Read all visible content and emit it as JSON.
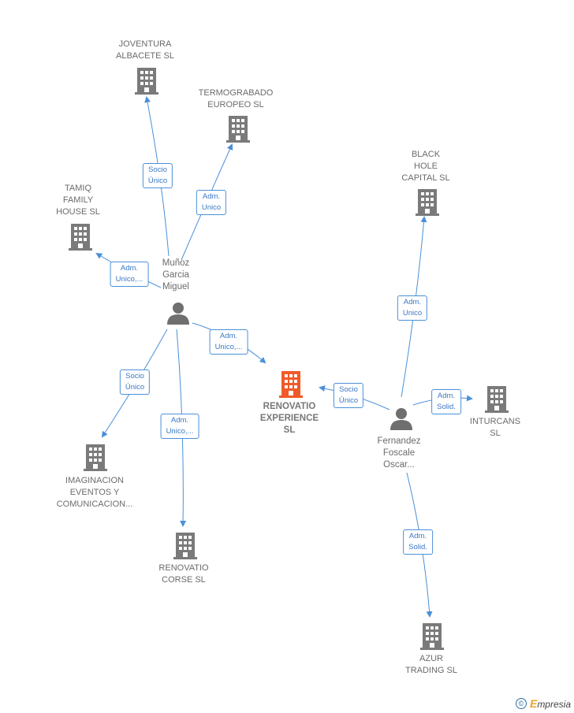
{
  "colors": {
    "edge": "#4a90d9",
    "company": "#7a7a7a",
    "main_company": "#f05a28",
    "person": "#6f6f6f"
  },
  "nodes": {
    "joventura": {
      "label": "JOVENTURA\nALBACETE SL",
      "icon": "building-icon"
    },
    "termograbado": {
      "label": "TERMOGRABADO\nEUROPEO SL",
      "icon": "building-icon"
    },
    "tamiq": {
      "label": "TAMIQ\nFAMILY\nHOUSE  SL",
      "icon": "building-icon"
    },
    "black_hole": {
      "label": "BLACK\nHOLE\nCAPITAL  SL",
      "icon": "building-icon"
    },
    "renovatio_exp": {
      "label": "RENOVATIO\nEXPERIENCE\nSL",
      "icon": "building-icon"
    },
    "inturcans": {
      "label": "INTURCANS\nSL",
      "icon": "building-icon"
    },
    "imaginacion": {
      "label": "IMAGINACION\nEVENTOS Y\nCOMUNICACION...",
      "icon": "building-icon"
    },
    "renovatio_corse": {
      "label": "RENOVATIO\nCORSE  SL",
      "icon": "building-icon"
    },
    "azur": {
      "label": "AZUR\nTRADING SL",
      "icon": "building-icon"
    },
    "munoz": {
      "label": "Muñoz\nGarcia\nMiguel",
      "icon": "person-icon"
    },
    "fernandez": {
      "label": "Fernandez\nFoscale\nOscar...",
      "icon": "person-icon"
    }
  },
  "relations": {
    "munoz_joventura": "Socio\nÚnico",
    "munoz_termograbado": "Adm.\nUnico",
    "munoz_tamiq": "Adm.\nUnico,...",
    "munoz_renovatio_exp": "Adm.\nUnico,...",
    "munoz_imaginacion": "Socio\nÚnico",
    "munoz_renovatio_corse": "Adm.\nUnico,...",
    "fernandez_black_hole": "Adm.\nUnico",
    "fernandez_renovatio_exp": "Socio\nÚnico",
    "fernandez_inturcans": "Adm.\nSolid.",
    "fernandez_azur": "Adm.\nSolid."
  },
  "footer": {
    "copyright": "©",
    "brand_initial": "E",
    "brand_rest": "mpresia"
  }
}
